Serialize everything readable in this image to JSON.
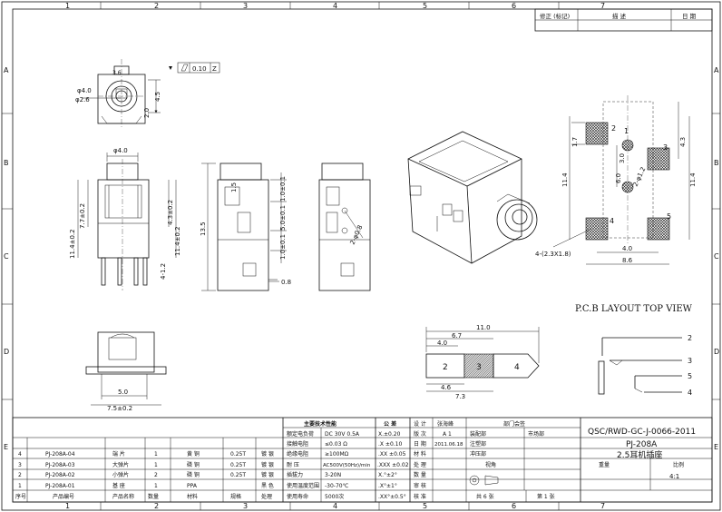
{
  "border": {
    "columns": [
      "1",
      "2",
      "3",
      "4",
      "5",
      "6",
      "7"
    ],
    "rows": [
      "A",
      "B",
      "C",
      "D",
      "E"
    ]
  },
  "revision_table": {
    "headers": [
      "修正 (标记)",
      "描  述",
      "日  期"
    ]
  },
  "front_view": {
    "flatness": "0.10",
    "flatness_ref": "Z",
    "dims": [
      "φ4.0",
      "φ2.6",
      "3.6",
      "2.0",
      "4.5"
    ]
  },
  "side_views": {
    "dims": [
      "φ4.0",
      "11.4±0.2",
      "7.7±0.2",
      "4.3±0.2",
      "11.4±0.2",
      "4-1.2",
      "13.5",
      "1.5",
      "1.0±0.1",
      "5.0±0.1",
      "1.0±0.1",
      "2-φ0.8",
      "0.8"
    ]
  },
  "bottom_view": {
    "dims": [
      "5.0",
      "7.5±0.2"
    ]
  },
  "plug_view": {
    "dims": [
      "11.0",
      "6.7",
      "4.0",
      "4.6",
      "7.3"
    ],
    "segments": [
      "2",
      "3",
      "4"
    ]
  },
  "pcb_layout": {
    "title": "P.C.B LAYOUT TOP VIEW",
    "pads": [
      "1",
      "2",
      "3",
      "4",
      "5"
    ],
    "dims": [
      "1.7",
      "3.0",
      "6.0",
      "11.4",
      "11.4",
      "4.3",
      "4.0",
      "8.6",
      "2-φ1.2",
      "4-(2.3X1.8)"
    ]
  },
  "schematic": {
    "pins": [
      "2",
      "3",
      "5",
      "4"
    ]
  },
  "title_block": {
    "drawing_number": "QSC/RWD-GC-J-0066-2011",
    "part_number": "PJ-208A",
    "part_name": "2.5耳机插座",
    "scale_label": "比例",
    "scale": "4:1",
    "view_label": "视角",
    "weight_label": "重量",
    "sheets_total": "共 6 张",
    "sheet_no": "第 1 张",
    "dept_label": "部门会签",
    "dept_market": "市场部",
    "dept_assembly": "装配部",
    "dept_injection": "注塑部",
    "dept_stamping": "冲压部",
    "spec_header": "主要技术性能",
    "specs": [
      [
        "额定电负荷",
        "DC 30V 0.5A"
      ],
      [
        "接触电阻",
        "≤0.03 Ω"
      ],
      [
        "绝缘电阻",
        "≥100MΩ"
      ],
      [
        "耐    压",
        "AC500V(50Hz)/min"
      ],
      [
        "插拔力",
        "3-20N"
      ],
      [
        "使用温度范围",
        "-30-70℃"
      ],
      [
        "使用寿命",
        "5000次"
      ]
    ],
    "tol_header": "公 差",
    "tolerances": [
      "X.±0.20",
      ".X ±0.10",
      ".XX ±0.05",
      ".XXX ±0.02",
      "X.°±2°",
      ".X°±1°",
      ".XX°±0.5°"
    ],
    "role_header": "设 计",
    "designer_header": "张海峰",
    "roles": [
      "版 次",
      "日 期",
      "材 料",
      "处 理",
      "数 量",
      "审 核",
      "核 准"
    ],
    "role_values": [
      "A 1",
      "2011.06.18",
      "",
      "",
      "",
      "",
      ""
    ],
    "bom_header": [
      "序号",
      "产品编号",
      "产品名称",
      "数量",
      "材料",
      "规格",
      "处理"
    ],
    "bom": [
      [
        "4",
        "PJ-208A-04",
        "端 片",
        "1",
        "黄 铜",
        "0.25T",
        "镀 银"
      ],
      [
        "3",
        "PJ-208A-03",
        "大弹片",
        "1",
        "磷 铜",
        "0.25T",
        "镀 银"
      ],
      [
        "2",
        "PJ-208A-02",
        "小弹片",
        "2",
        "磷 铜",
        "0.25T",
        "镀 银"
      ],
      [
        "1",
        "PJ-208A-01",
        "基 座",
        "1",
        "PPA",
        "",
        "黑 色"
      ]
    ]
  }
}
